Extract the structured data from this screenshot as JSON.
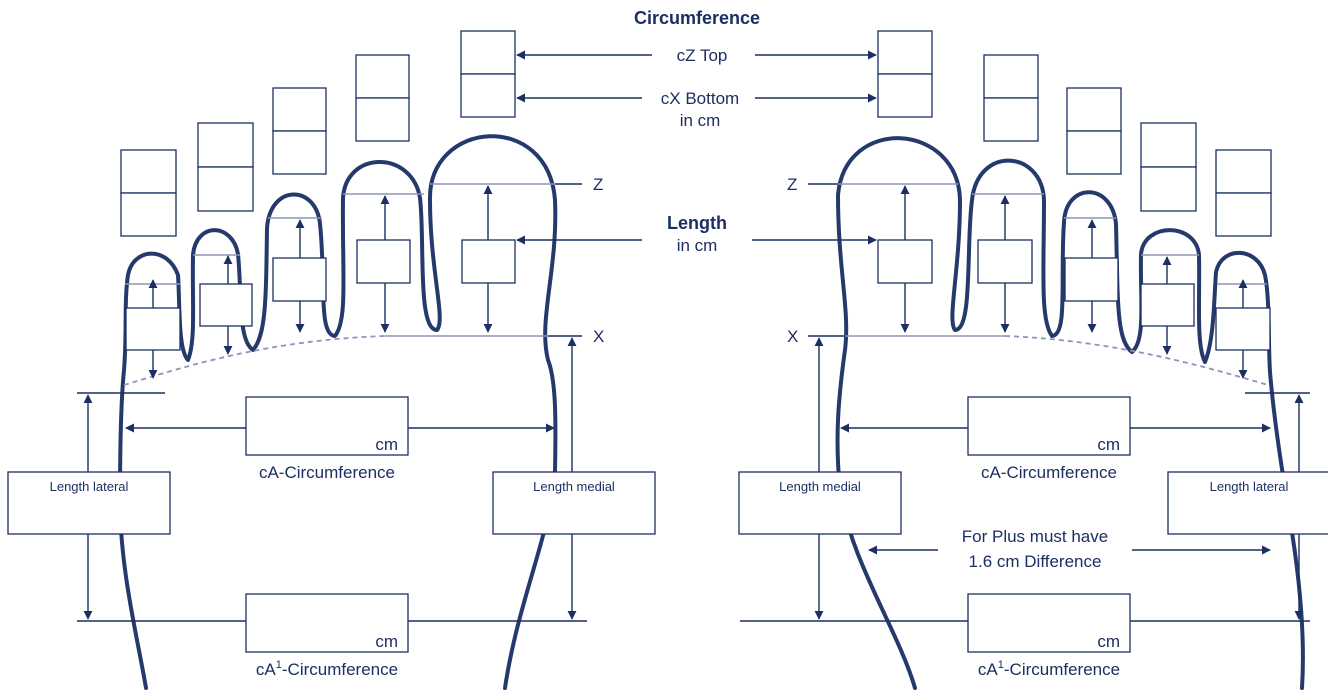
{
  "labels": {
    "circumference_heading": "Circumference",
    "cz_top": "cZ Top",
    "cx_bottom": "cX Bottom",
    "in_cm_top": "in cm",
    "length_heading": "Length",
    "length_in_cm": "in cm",
    "z_left": "Z",
    "z_right": "Z",
    "x_left": "X",
    "x_right": "X",
    "ca_left": "cA-Circumference",
    "ca_right": "cA-Circumference",
    "ca1_prefix_left": "cA",
    "ca1_sup_left": "1",
    "ca1_suffix_left": "-Circumference",
    "ca1_prefix_right": "cA",
    "ca1_sup_right": "1",
    "ca1_suffix_right": "-Circumference",
    "cm_ca_left": "cm",
    "cm_ca_right": "cm",
    "cm_ca1_left": "cm",
    "cm_ca1_right": "cm",
    "length_lateral_left": "Length lateral",
    "length_medial_left": "Length medial",
    "length_medial_right": "Length medial",
    "length_lateral_right": "Length lateral",
    "plus_note_line1": "For Plus must have",
    "plus_note_line2": "1.6 cm Difference"
  },
  "colors": {
    "ink": "#1c2f63",
    "guide_grey": "#8c95b8",
    "background": "#ffffff"
  }
}
